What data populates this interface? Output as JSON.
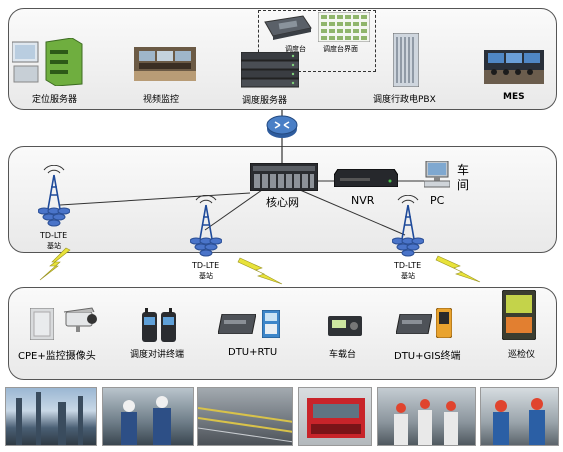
{
  "top_row": {
    "positioning_server": "定位服务器",
    "video_monitor": "视频监控",
    "dispatch_server": "调度服务器",
    "dispatch_console": "调度台",
    "dispatch_console_ui": "调度台界面",
    "pbx": "调度行政电PBX",
    "mes": "MES"
  },
  "core_row": {
    "core_network": "核心网",
    "nvr": "NVR",
    "pc": "PC",
    "workshop": "车间",
    "bs_left_line1": "TD-LTE",
    "bs_left_line2": "基站",
    "bs_mid_line1": "TD-LTE",
    "bs_mid_line2": "基站",
    "bs_right_line1": "TD-LTE",
    "bs_right_line2": "基站"
  },
  "terminals": {
    "cpe_camera": "CPE+监控摄像头",
    "walkie_talkie": "调度对讲终端",
    "dtu_rtu": "DTU+RTU",
    "vehicle_radio": "车载台",
    "dtu_gis": "DTU+GIS终端",
    "inspector": "巡检仪"
  },
  "colors": {
    "panel_border": "#555555",
    "dashed_border": "#333333",
    "tower_blue": "#4a74c9",
    "lightning_yellow": "#e8e23a",
    "router_blue": "#3d6fb8"
  },
  "icons": [
    "router-icon",
    "antenna-tower-icon",
    "lightning-icon",
    "server-icon",
    "pc-icon"
  ]
}
